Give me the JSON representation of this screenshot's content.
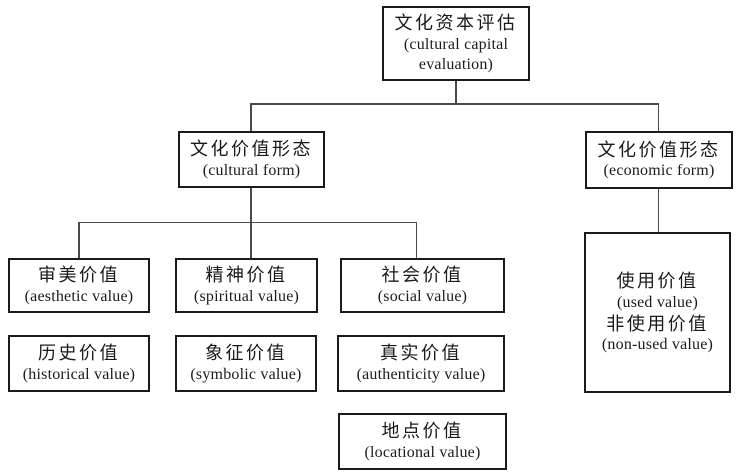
{
  "diagram": {
    "type": "tree",
    "topic": "cultural capital evaluation hierarchy",
    "colors": {
      "background": "#ffffff",
      "box_border": "#1a1a1a",
      "connector": "#4a4a4a",
      "text": "#1a1a1a"
    },
    "nodes": {
      "root": {
        "zh": "文化资本评估",
        "en": "(cultural capital evaluation)"
      },
      "cultural_form": {
        "zh": "文化价值形态",
        "en": "(cultural form)"
      },
      "economic_form": {
        "zh": "文化价值形态",
        "en": "(economic form)"
      },
      "aesthetic": {
        "zh": "审美价值",
        "en": "(aesthetic value)"
      },
      "spiritual": {
        "zh": "精神价值",
        "en": "(spiritual value)"
      },
      "social": {
        "zh": "社会价值",
        "en": "(social value)"
      },
      "historical": {
        "zh": "历史价值",
        "en": "(historical value)"
      },
      "symbolic": {
        "zh": "象征价值",
        "en": "(symbolic value)"
      },
      "authenticity": {
        "zh": "真实价值",
        "en": "(authenticity value)"
      },
      "locational": {
        "zh": "地点价值",
        "en": "(locational value)"
      },
      "use_value": {
        "zh1": "使用价值",
        "en1": "(used value)",
        "zh2": "非使用价值",
        "en2": "(non-used value)"
      }
    },
    "edges": [
      [
        "root",
        "cultural_form"
      ],
      [
        "root",
        "economic_form"
      ],
      [
        "cultural_form",
        "aesthetic"
      ],
      [
        "cultural_form",
        "spiritual"
      ],
      [
        "cultural_form",
        "social"
      ],
      [
        "economic_form",
        "use_value"
      ]
    ]
  }
}
